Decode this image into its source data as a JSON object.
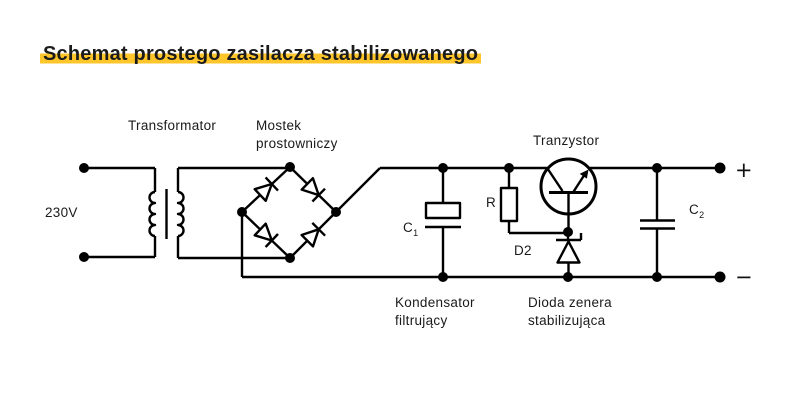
{
  "title": "Schemat prostego zasilacza stabilizowanego",
  "colors": {
    "highlight_yellow": "#FFC62B",
    "ink": "#1B1B1B",
    "line": "#000000",
    "background": "#FFFFFF"
  },
  "labels": {
    "input_voltage": "230V",
    "transformer": "Transformator",
    "bridge_line1": "Mostek",
    "bridge_line2": "prostowniczy",
    "transistor": "Tranzystor",
    "resistor": "R",
    "zener_designator": "D2",
    "cap1": {
      "main": "C",
      "sub": "1"
    },
    "cap2": {
      "main": "C",
      "sub": "2"
    },
    "filter_cap_caption_line1": "Kondensator",
    "filter_cap_caption_line2": "filtrujący",
    "zener_caption_line1": "Dioda zenera",
    "zener_caption_line2": "stabilizująca",
    "plus_terminal": "+",
    "minus_terminal": "−"
  }
}
